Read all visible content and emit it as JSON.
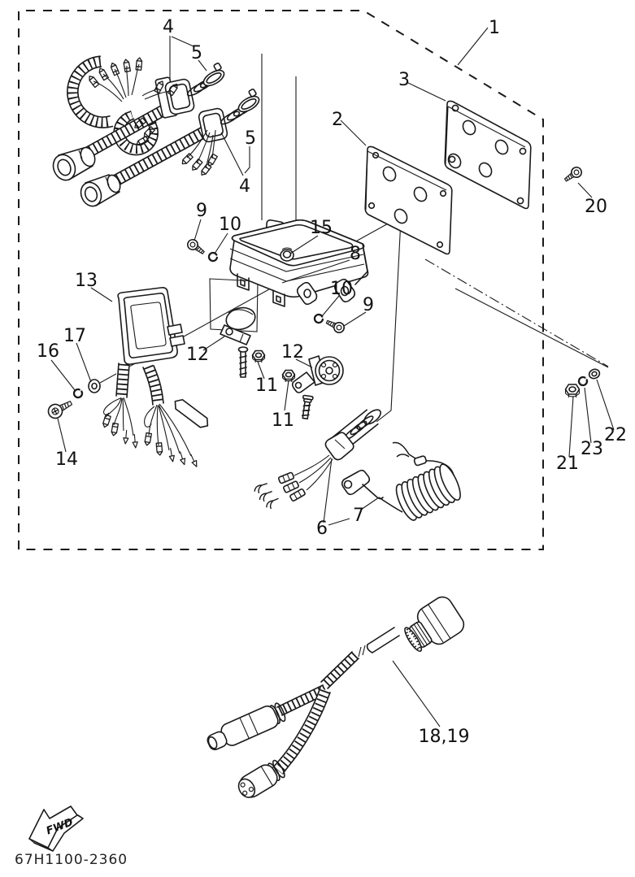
{
  "drawing": {
    "code": "67H1100-2360",
    "direction_label": "FWD"
  },
  "callouts": {
    "c1": "1",
    "c2": "2",
    "c3": "3",
    "c4a": "4",
    "c4b": "4",
    "c5a": "5",
    "c5b": "5",
    "c6": "6",
    "c7": "7",
    "c8": "8",
    "c9a": "9",
    "c9b": "9",
    "c10a": "10",
    "c10b": "10",
    "c11a": "11",
    "c11b": "11",
    "c12a": "12",
    "c12b": "12",
    "c13": "13",
    "c14": "14",
    "c15": "15",
    "c16": "16",
    "c17": "17",
    "c18_19": "18,19",
    "c20": "20",
    "c21": "21",
    "c22": "22",
    "c23": "23"
  }
}
